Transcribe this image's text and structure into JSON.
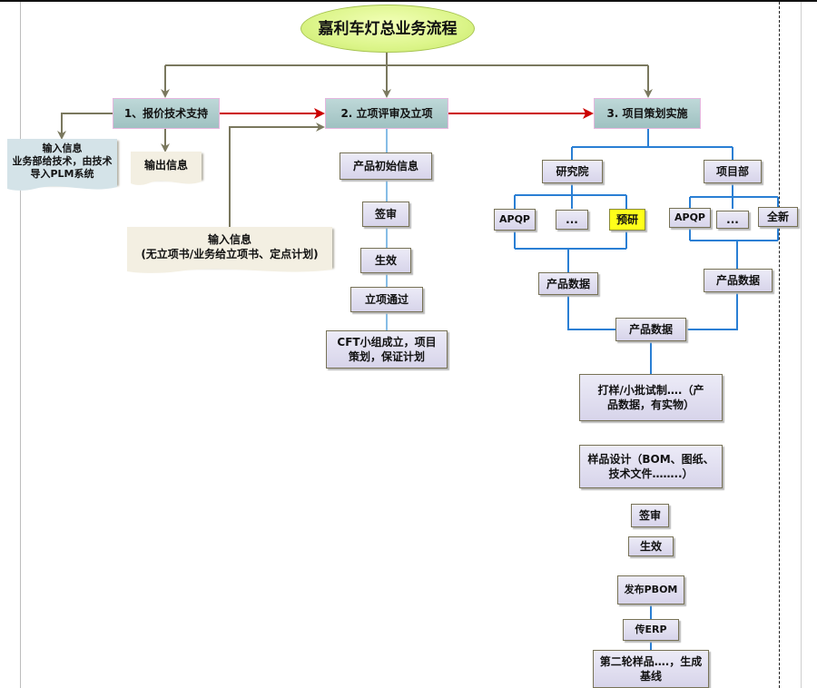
{
  "title": "嘉利车灯总业务流程",
  "stages": [
    {
      "id": "stage1",
      "label": "1、报价技术支持"
    },
    {
      "id": "stage2",
      "label": "2. 立项评审及立项"
    },
    {
      "id": "stage3",
      "label": "3. 项目策划实施"
    }
  ],
  "stage1_docs": {
    "input": {
      "title": "输入信息",
      "body": "业务部给技术，由技术导入PLM系统"
    },
    "output": {
      "title": "输出信息"
    }
  },
  "stage2_input": {
    "title": "输入信息",
    "body": "(无立项书/业务给立项书、定点计划)"
  },
  "stage2_steps": [
    "产品初始信息",
    "签审",
    "生效",
    "立项通过",
    "CFT小组成立，项目策划，保证计划"
  ],
  "stage3": {
    "branches": [
      {
        "name": "研究院",
        "children": [
          "APQP",
          "...",
          "预研"
        ],
        "highlight": "预研",
        "output": "产品数据"
      },
      {
        "name": "项目部",
        "children": [
          "APQP",
          "...",
          "全新"
        ],
        "output": "产品数据"
      }
    ],
    "merge": "产品数据",
    "steps": [
      "打样/小批试制….（产品数据，有实物）",
      "样品设计（BOM、图纸、技术文件……..）",
      "签审",
      "生效",
      "发布PBOM",
      "传ERP",
      "第二轮样品….，生成基线"
    ]
  },
  "colors": {
    "flow_arrow": "#cc0000",
    "connector": "#7a785e",
    "tree_line": "#2a7fd4",
    "highlight": "#ffff1a"
  }
}
